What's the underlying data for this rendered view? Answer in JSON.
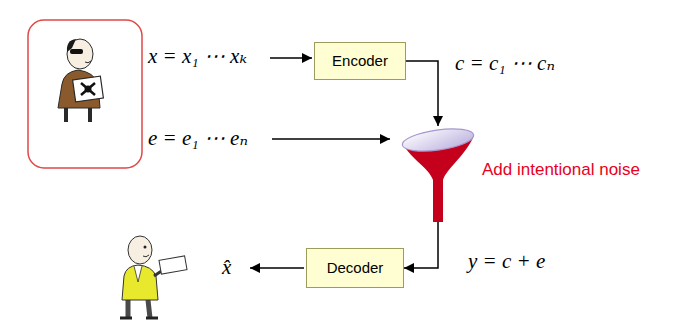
{
  "diagram": {
    "nodes": [
      {
        "text": [
          "Encoder"
        ]
      },
      {
        "text": [
          "Add intentional noise"
        ]
      },
      {
        "text": [
          "Decoder"
        ]
      }
    ],
    "edges": [
      {
        "from": 0,
        "to": 1,
        "arrow": "to"
      },
      {
        "from": 1,
        "to": 2,
        "arrow": "to"
      }
    ],
    "labels": [
      "x = x₁ ⋯ xₖ",
      "c = c₁ ⋯ cₙ",
      "e = e₁ ⋯ eₙ",
      "y = c + e",
      "x̂"
    ]
  }
}
